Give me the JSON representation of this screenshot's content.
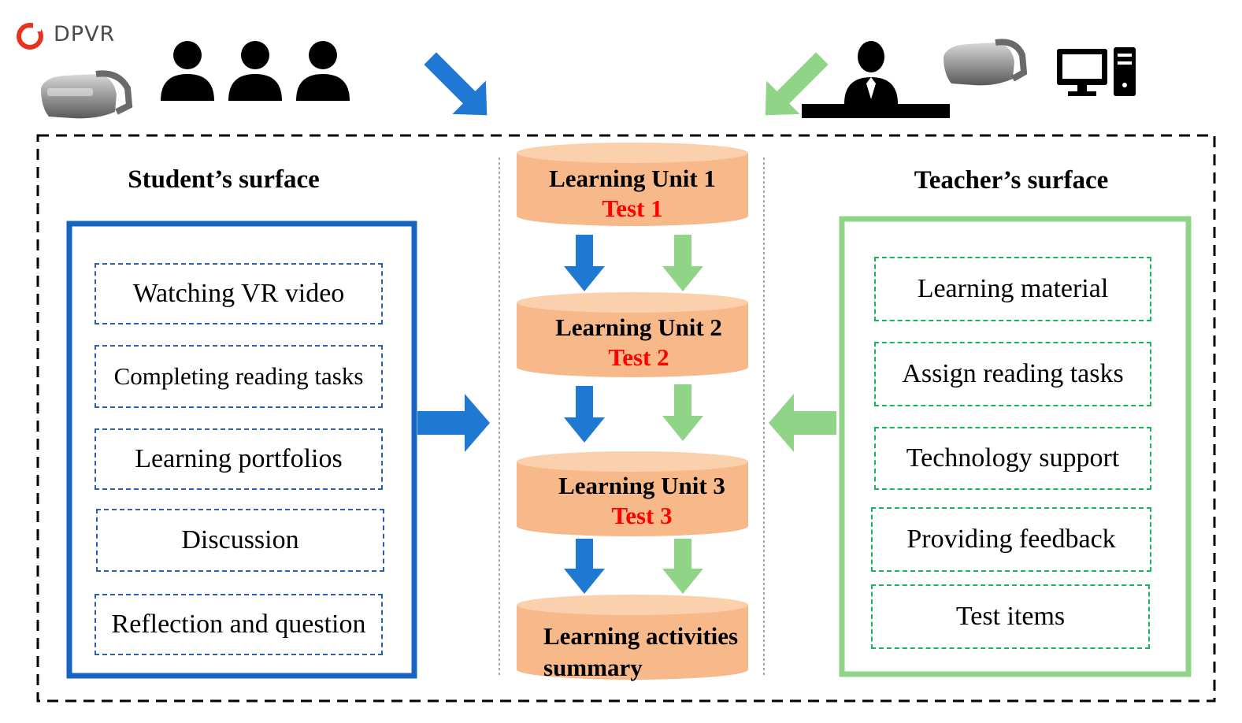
{
  "brand": {
    "name": "DPVR",
    "color": "#e8321e"
  },
  "colors": {
    "student_blue": "#1565c0",
    "student_arrow": "#1f78d1",
    "teacher_green": "#90d488",
    "teacher_dash": "#19b45f",
    "cylinder_fill": "#f7b98a",
    "test_red": "#ff0000",
    "outer_border": "#000000"
  },
  "icons": [
    "vr-headset-icon",
    "person-icon",
    "teacher-at-desk-icon",
    "desktop-computer-icon"
  ],
  "student_surface": {
    "title": "Student’s surface",
    "items": [
      "Watching VR video",
      "Completing reading tasks",
      "Learning portfolios",
      "Discussion",
      "Reflection and question"
    ]
  },
  "teacher_surface": {
    "title": "Teacher’s surface",
    "items": [
      "Learning material",
      "Assign reading tasks",
      "Technology support",
      "Providing feedback",
      "Test items"
    ]
  },
  "units": [
    {
      "name": "Learning Unit 1",
      "test": "Test 1"
    },
    {
      "name": "Learning Unit 2",
      "test": "Test 2"
    },
    {
      "name": "Learning Unit 3",
      "test": "Test 3"
    }
  ],
  "summary": {
    "line1": "Learning activities",
    "line2": "summary"
  }
}
